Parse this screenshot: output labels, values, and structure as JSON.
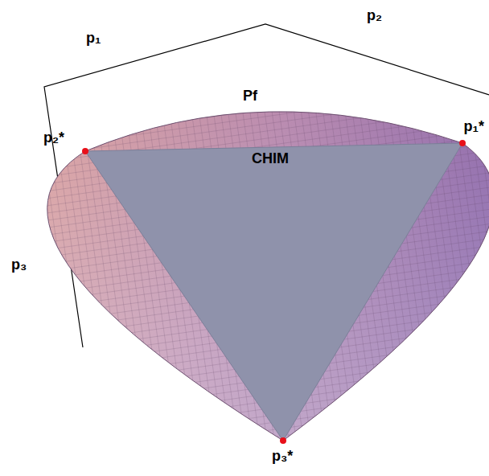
{
  "diagram": {
    "labels": [
      "p₁",
      "p₂",
      "p₃",
      "Pf",
      "p₂*",
      "p₁*",
      "CHIM",
      "p₃*"
    ]
  }
}
